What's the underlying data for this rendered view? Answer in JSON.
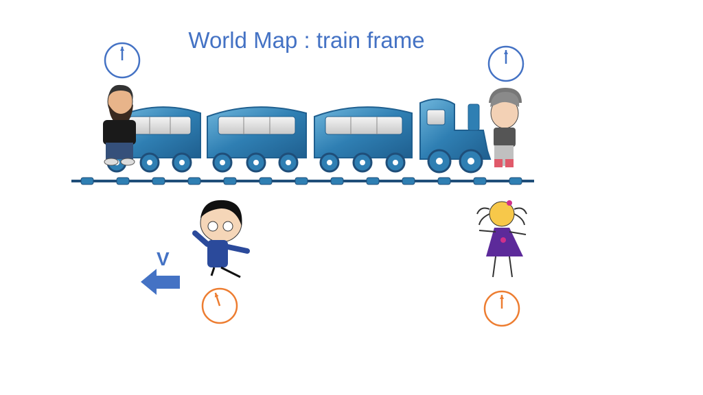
{
  "title": "World Map : train frame",
  "velocity_label": "V",
  "colors": {
    "title": "#4472c4",
    "train_clocks": "#4472c4",
    "ground_clocks": "#ed7d31",
    "arrow": "#4472c4",
    "train_body": "#3a86b8",
    "track": "#1f4e79"
  },
  "clocks": {
    "train": [
      {
        "id": "train-clock-left",
        "hand_minutes": 0
      },
      {
        "id": "train-clock-right",
        "hand_minutes": 0
      }
    ],
    "ground": [
      {
        "id": "ground-clock-left",
        "hand_minutes": 57
      },
      {
        "id": "ground-clock-right",
        "hand_minutes": 0
      }
    ]
  },
  "icons": [
    "left-arrow-icon",
    "clock-icon"
  ]
}
